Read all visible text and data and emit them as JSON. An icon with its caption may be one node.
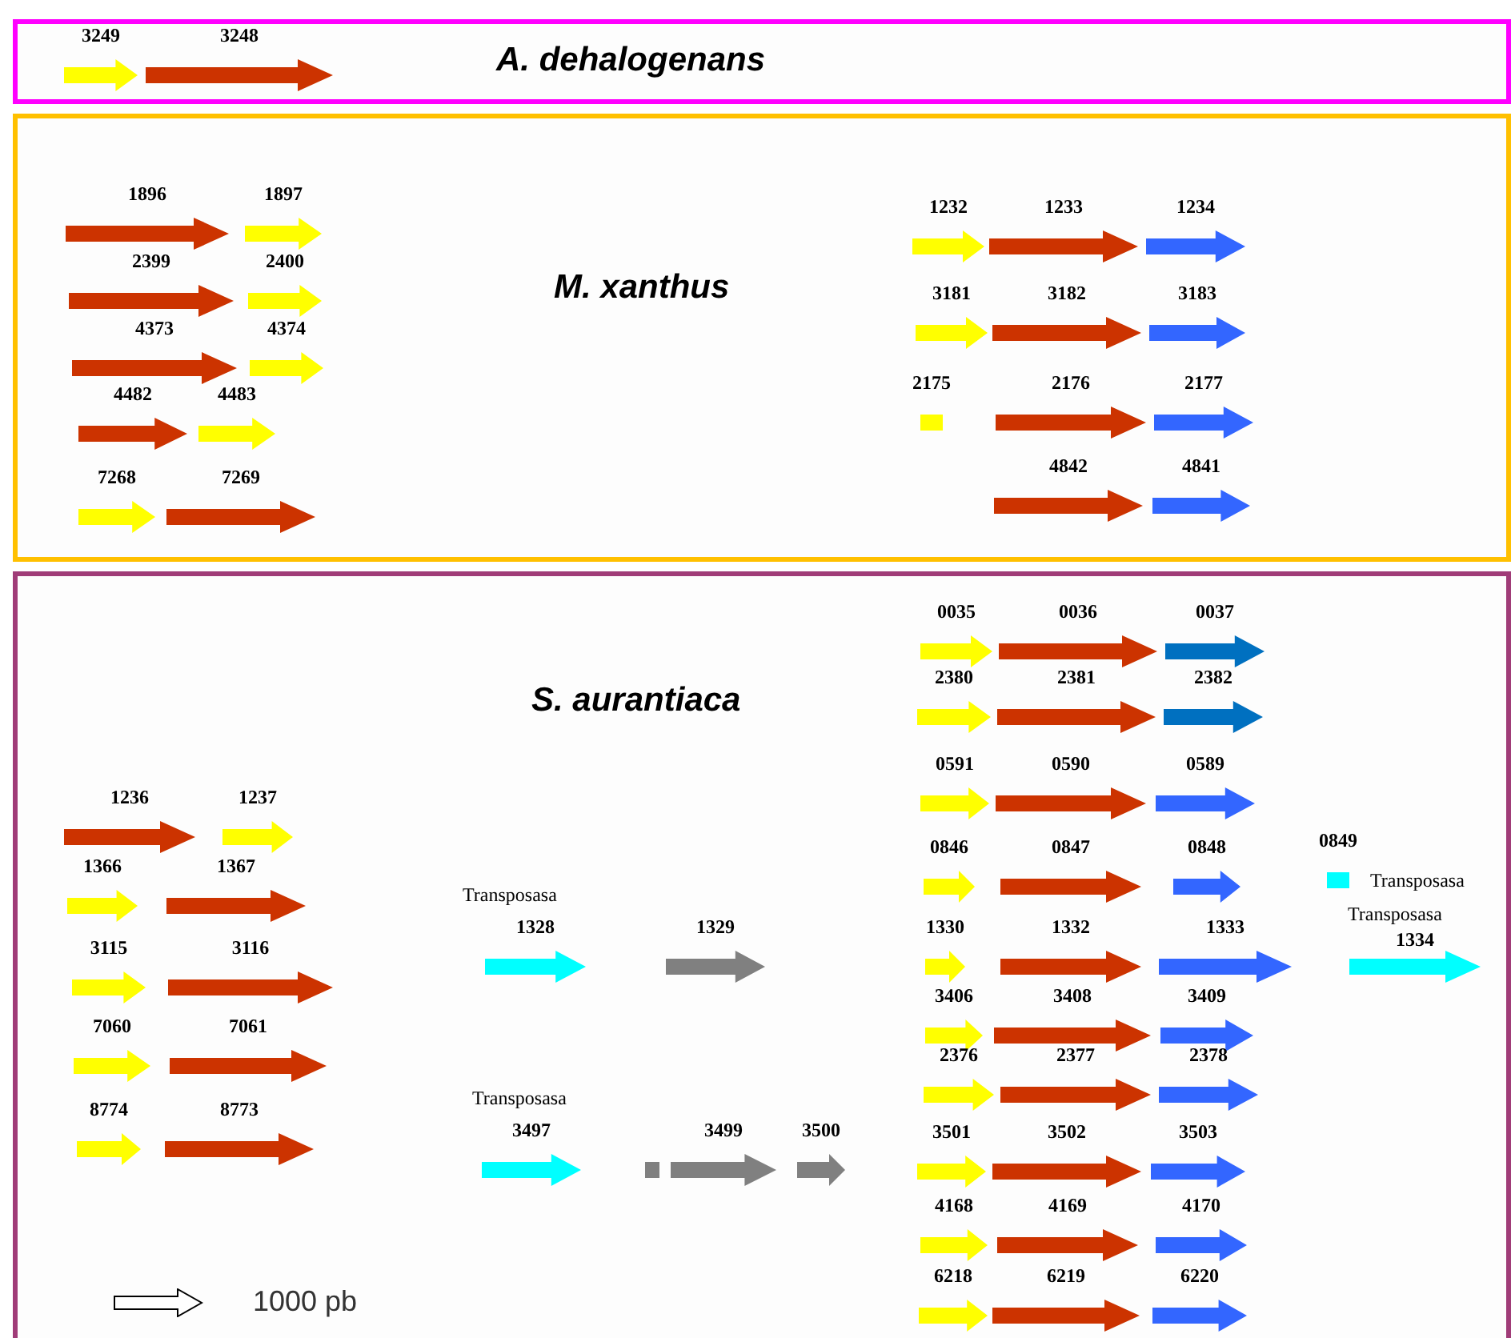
{
  "diagram": {
    "nodes": [
      {
        "text": [
          "A. dehalogenans"
        ]
      },
      {
        "text": [
          "3249"
        ],
        "in": 0
      },
      {
        "text": [
          "3248"
        ],
        "in": 0
      },
      {
        "text": [
          "M. xanthus"
        ]
      },
      {
        "text": [
          "1896"
        ],
        "in": 3
      },
      {
        "text": [
          "1897"
        ],
        "in": 3
      },
      {
        "text": [
          "2399"
        ],
        "in": 3
      },
      {
        "text": [
          "2400"
        ],
        "in": 3
      },
      {
        "text": [
          "4373"
        ],
        "in": 3
      },
      {
        "text": [
          "4374"
        ],
        "in": 3
      },
      {
        "text": [
          "4482"
        ],
        "in": 3
      },
      {
        "text": [
          "4483"
        ],
        "in": 3
      },
      {
        "text": [
          "7268"
        ],
        "in": 3
      },
      {
        "text": [
          "7269"
        ],
        "in": 3
      },
      {
        "text": [
          "1232"
        ],
        "in": 3
      },
      {
        "text": [
          "1233"
        ],
        "in": 3
      },
      {
        "text": [
          "1234"
        ],
        "in": 3
      },
      {
        "text": [
          "3181"
        ],
        "in": 3
      },
      {
        "text": [
          "3182"
        ],
        "in": 3
      },
      {
        "text": [
          "3183"
        ],
        "in": 3
      },
      {
        "text": [
          "2175"
        ],
        "in": 3
      },
      {
        "text": [
          "2176"
        ],
        "in": 3
      },
      {
        "text": [
          "2177"
        ],
        "in": 3
      },
      {
        "text": [
          "4842"
        ],
        "in": 3
      },
      {
        "text": [
          "4841"
        ],
        "in": 3
      },
      {
        "text": [
          "S. aurantiaca"
        ]
      },
      {
        "text": [
          "1236"
        ],
        "in": 25
      },
      {
        "text": [
          "1237"
        ],
        "in": 25
      },
      {
        "text": [
          "1366"
        ],
        "in": 25
      },
      {
        "text": [
          "1367"
        ],
        "in": 25
      },
      {
        "text": [
          "3115"
        ],
        "in": 25
      },
      {
        "text": [
          "3116"
        ],
        "in": 25
      },
      {
        "text": [
          "7060"
        ],
        "in": 25
      },
      {
        "text": [
          "7061"
        ],
        "in": 25
      },
      {
        "text": [
          "8774"
        ],
        "in": 25
      },
      {
        "text": [
          "8773"
        ],
        "in": 25
      },
      {
        "text": [
          "1328"
        ],
        "beside": [
          "Transposasa"
        ],
        "in": 25
      },
      {
        "text": [
          "1329"
        ],
        "in": 25
      },
      {
        "text": [
          "3497"
        ],
        "beside": [
          "Transposasa"
        ],
        "in": 25
      },
      {
        "text": [],
        "shape": "box",
        "in": 25
      },
      {
        "text": [
          "3499"
        ],
        "in": 25
      },
      {
        "text": [
          "3500"
        ],
        "in": 25
      },
      {
        "text": [
          "0035"
        ],
        "in": 25
      },
      {
        "text": [
          "0036"
        ],
        "in": 25
      },
      {
        "text": [
          "0037"
        ],
        "in": 25
      },
      {
        "text": [
          "2380"
        ],
        "in": 25
      },
      {
        "text": [
          "2381"
        ],
        "in": 25
      },
      {
        "text": [
          "2382"
        ],
        "in": 25
      },
      {
        "text": [
          "0591"
        ],
        "in": 25
      },
      {
        "text": [
          "0590"
        ],
        "in": 25
      },
      {
        "text": [
          "0589"
        ],
        "in": 25
      },
      {
        "text": [
          "0846"
        ],
        "in": 25
      },
      {
        "text": [
          "0847"
        ],
        "in": 25
      },
      {
        "text": [
          "0848"
        ],
        "in": 25
      },
      {
        "text": [
          "0849"
        ],
        "beside": [
          "Transposasa"
        ],
        "in": 25
      },
      {
        "text": [
          "1330"
        ],
        "in": 25
      },
      {
        "text": [
          "1332"
        ],
        "in": 25
      },
      {
        "text": [
          "1333"
        ],
        "in": 25
      },
      {
        "text": [
          "1334"
        ],
        "beside": [
          "Transposasa"
        ],
        "in": 25
      },
      {
        "text": [
          "3406"
        ],
        "in": 25
      },
      {
        "text": [
          "3408"
        ],
        "in": 25
      },
      {
        "text": [
          "3409"
        ],
        "in": 25
      },
      {
        "text": [
          "2376"
        ],
        "in": 25
      },
      {
        "text": [
          "2377"
        ],
        "in": 25
      },
      {
        "text": [
          "2378"
        ],
        "in": 25
      },
      {
        "text": [
          "3501"
        ],
        "in": 25
      },
      {
        "text": [
          "3502"
        ],
        "in": 25
      },
      {
        "text": [
          "3503"
        ],
        "in": 25
      },
      {
        "text": [
          "4168"
        ],
        "in": 25
      },
      {
        "text": [
          "4169"
        ],
        "in": 25
      },
      {
        "text": [
          "4170"
        ],
        "in": 25
      },
      {
        "text": [
          "6218"
        ],
        "in": 25
      },
      {
        "text": [
          "6219"
        ],
        "in": 25
      },
      {
        "text": [
          "6220"
        ],
        "in": 25
      }
    ],
    "labels": [
      "1000 pb"
    ]
  }
}
